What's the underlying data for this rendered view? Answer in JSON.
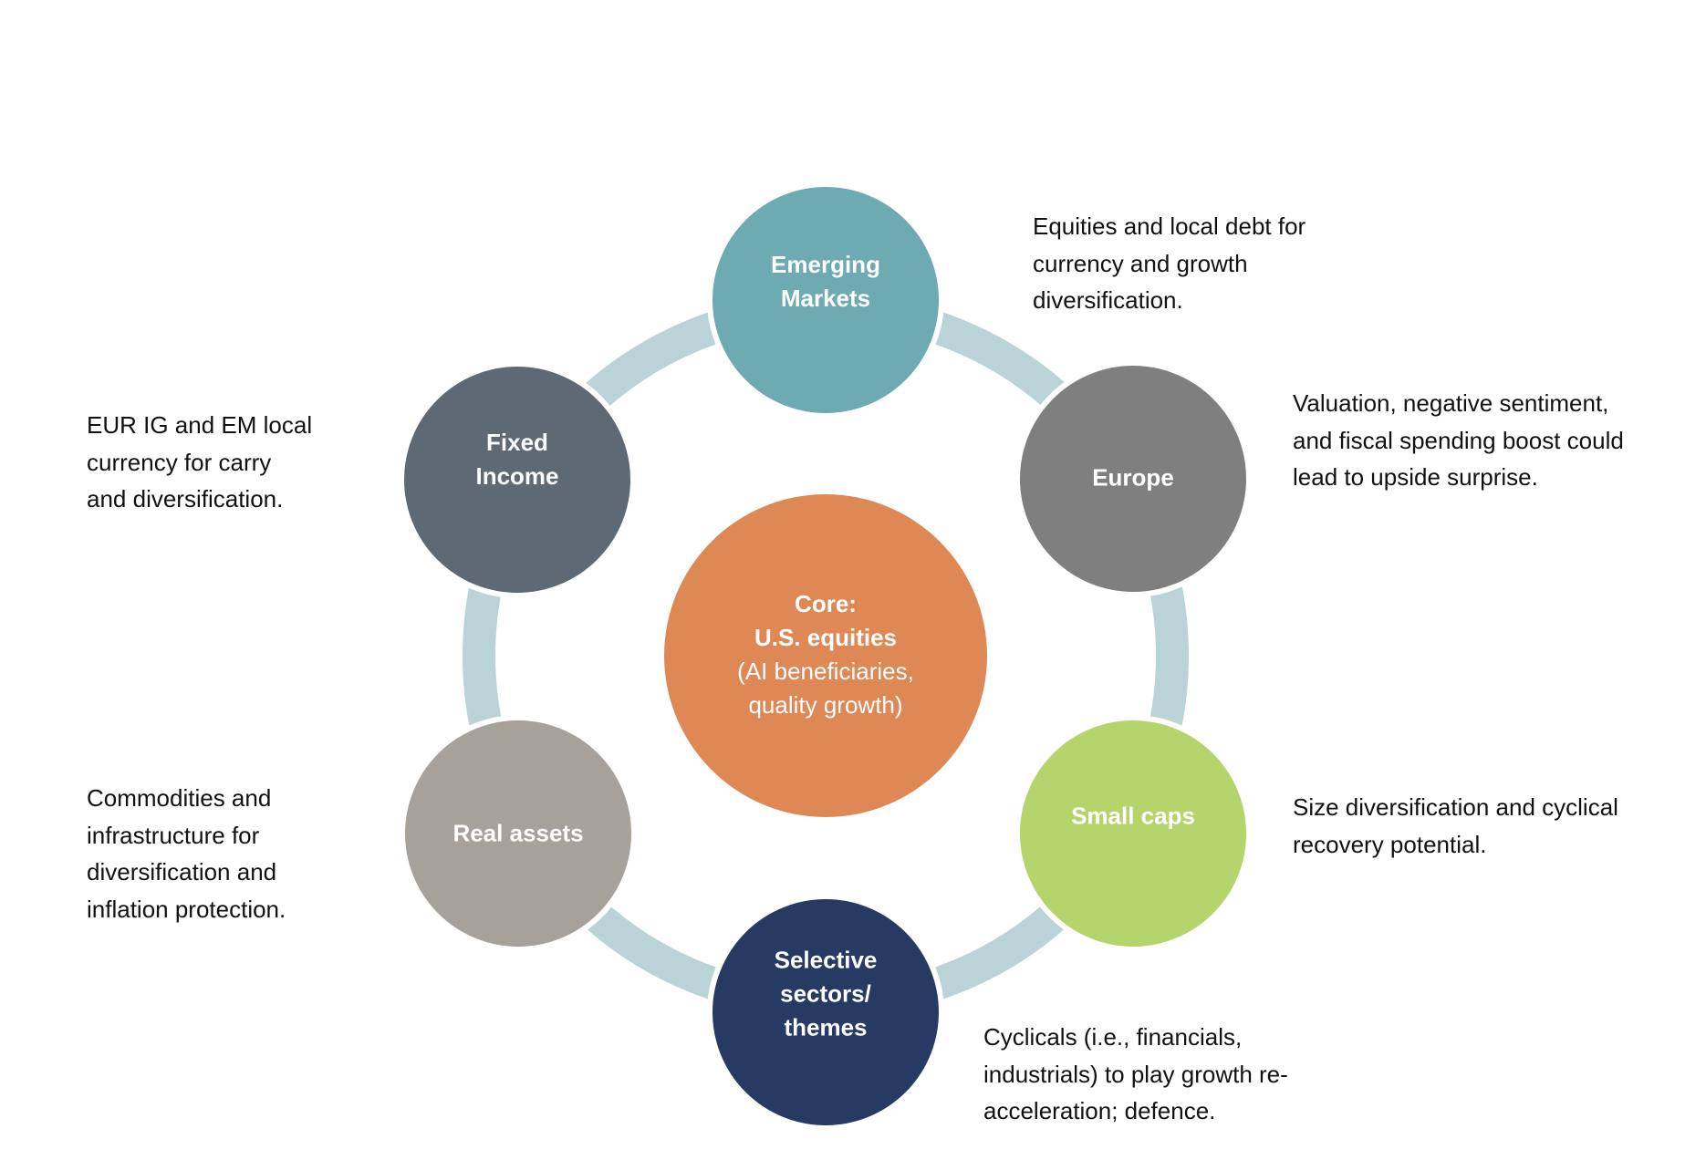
{
  "colors": {
    "ring": "#b9d3d6",
    "core": "#de8855",
    "emerging_markets": "#6eaab1",
    "europe": "#7f7f7f",
    "small_caps": "#b3d56c",
    "selective": "#263a64",
    "real_assets": "#a7a19b",
    "fixed_income": "#5d6a75"
  },
  "core": {
    "lines": [
      "Core:",
      "U.S. equities",
      "(AI beneficiaries,",
      "quality growth)"
    ]
  },
  "nodes": [
    {
      "id": "emerging-markets",
      "label_lines": [
        "Emerging",
        "Markets"
      ],
      "description": [
        "Equities and local debt for",
        "currency and growth",
        "diversification."
      ]
    },
    {
      "id": "europe",
      "label_lines": [
        "Europe"
      ],
      "description": [
        "Valuation, negative sentiment,",
        "and fiscal spending boost could",
        "lead to upside surprise."
      ]
    },
    {
      "id": "small-caps",
      "label_lines": [
        "Small caps"
      ],
      "description": [
        "Size diversification and cyclical",
        "recovery potential."
      ]
    },
    {
      "id": "selective-sectors",
      "label_lines": [
        "Selective",
        "sectors/",
        "themes"
      ],
      "description": [
        "Cyclicals (i.e., financials,",
        "industrials) to play growth re-",
        "acceleration; defence."
      ]
    },
    {
      "id": "real-assets",
      "label_lines": [
        "Real assets"
      ],
      "description": [
        "Commodities and",
        "infrastructure for",
        "diversification and",
        "inflation protection."
      ]
    },
    {
      "id": "fixed-income",
      "label_lines": [
        "Fixed",
        "Income"
      ],
      "description": [
        "EUR IG and EM local",
        "currency for carry",
        "and diversification."
      ]
    }
  ]
}
